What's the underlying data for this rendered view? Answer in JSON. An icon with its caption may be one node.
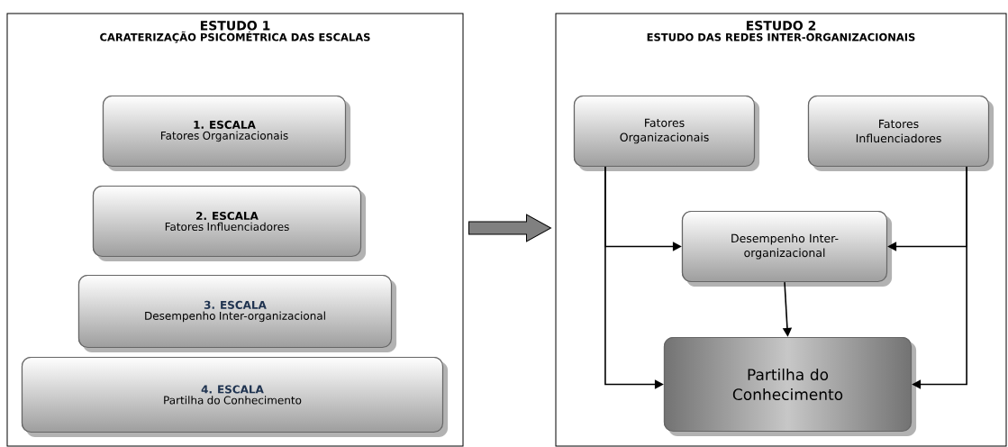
{
  "diagram": {
    "nodes": [
      {
        "text": [
          "ESTUDO 1",
          "CARATERIZAÇÃO PSICOMÉTRICA DAS ESCALAS"
        ]
      },
      {
        "text": [
          "1. ESCALA",
          "Fatores Organizacionais"
        ],
        "in": 0
      },
      {
        "text": [
          "2. ESCALA",
          "Fatores Influenciadores"
        ],
        "in": 0
      },
      {
        "text": [
          "3. ESCALA",
          "Desempenho Inter-organizacional"
        ],
        "in": 0
      },
      {
        "text": [
          "4. ESCALA",
          "Partilha do Conhecimento"
        ],
        "in": 0
      },
      {
        "text": [
          "ESTUDO 2",
          "ESTUDO DAS REDES INTER-ORGANIZACIONAIS"
        ]
      },
      {
        "text": [
          "Fatores Organizacionais"
        ],
        "in": 5
      },
      {
        "text": [
          "Fatores Influenciadores"
        ],
        "in": 5
      },
      {
        "text": [
          "Desempenho Inter-organizacional"
        ],
        "in": 5
      },
      {
        "text": [
          "Partilha do Conhecimento"
        ],
        "in": 5
      }
    ],
    "edges": [
      {
        "from": 0,
        "to": 5,
        "arrow": "to",
        "style": "thick",
        "color": "#808080"
      },
      {
        "from": 6,
        "to": 8,
        "arrow": "to"
      },
      {
        "from": 6,
        "to": 9,
        "arrow": "to"
      },
      {
        "from": 7,
        "to": 8,
        "arrow": "to"
      },
      {
        "from": 7,
        "to": 9,
        "arrow": "to"
      },
      {
        "from": 8,
        "to": 9,
        "arrow": "to"
      }
    ]
  }
}
